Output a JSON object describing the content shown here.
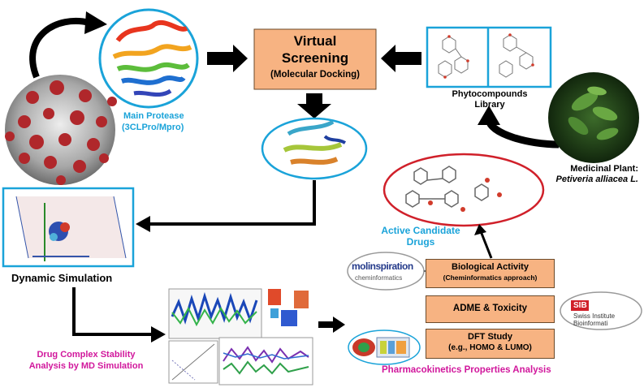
{
  "center": {
    "title_line1": "Virtual",
    "title_line2": "Screening",
    "subtitle": "(Molecular Docking)"
  },
  "protease": {
    "line1": "Main Protease",
    "line2": "(3CLPro/Mpro)"
  },
  "library": {
    "line1": "Phytocompounds",
    "line2": "Library"
  },
  "plant": {
    "line1": "Medicinal Plant:",
    "line2": "Petiveria alliacea L."
  },
  "candidates": {
    "line1": "Active Candidate",
    "line2": "Drugs"
  },
  "dynamic": {
    "label": "Dynamic Simulation"
  },
  "stability": {
    "line1": "Drug Complex Stability",
    "line2": "Analysis by MD Simulation"
  },
  "bio": {
    "line1": "Biological Activity",
    "line2": "(Cheminformatics approach)"
  },
  "adme": {
    "label": "ADME & Toxicity"
  },
  "dft": {
    "line1": "DFT Study",
    "line2": "(e.g., HOMO & LUMO)"
  },
  "pk": {
    "label": "Pharmacokinetics Properties Analysis"
  },
  "logos": {
    "molinspiration": "molinspiration",
    "molinspiration_sub": "cheminformatics",
    "sib": "SIB",
    "sib_sub1": "Swiss Institute",
    "sib_sub2": "Bioinformati"
  },
  "colors": {
    "box_fill": "#f7b382",
    "accent_blue": "#1aa3d9",
    "accent_magenta": "#d1179c",
    "oval_red": "#d0202a"
  }
}
